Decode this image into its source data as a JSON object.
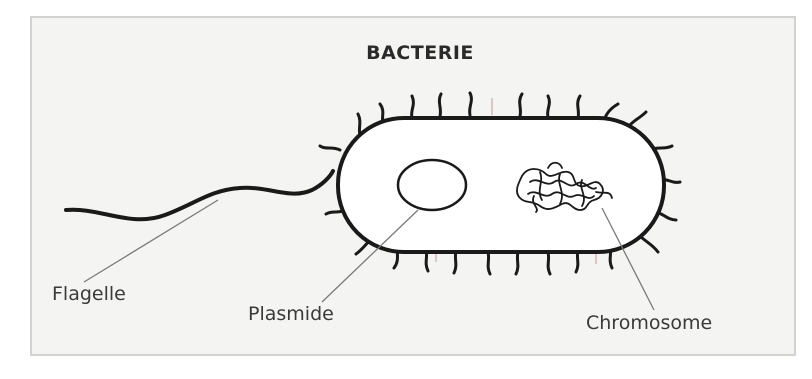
{
  "diagram": {
    "title": "BACTERIE",
    "labels": {
      "flagelle": "Flagelle",
      "plasmide": "Plasmide",
      "chromosome": "Chromosome"
    }
  },
  "colors": {
    "background": "#f4f4f2",
    "border": "#d2d2d0",
    "outline": "#1a1a1a",
    "leader_line": "#7a7a7a",
    "cell_fill": "#ffffff"
  }
}
